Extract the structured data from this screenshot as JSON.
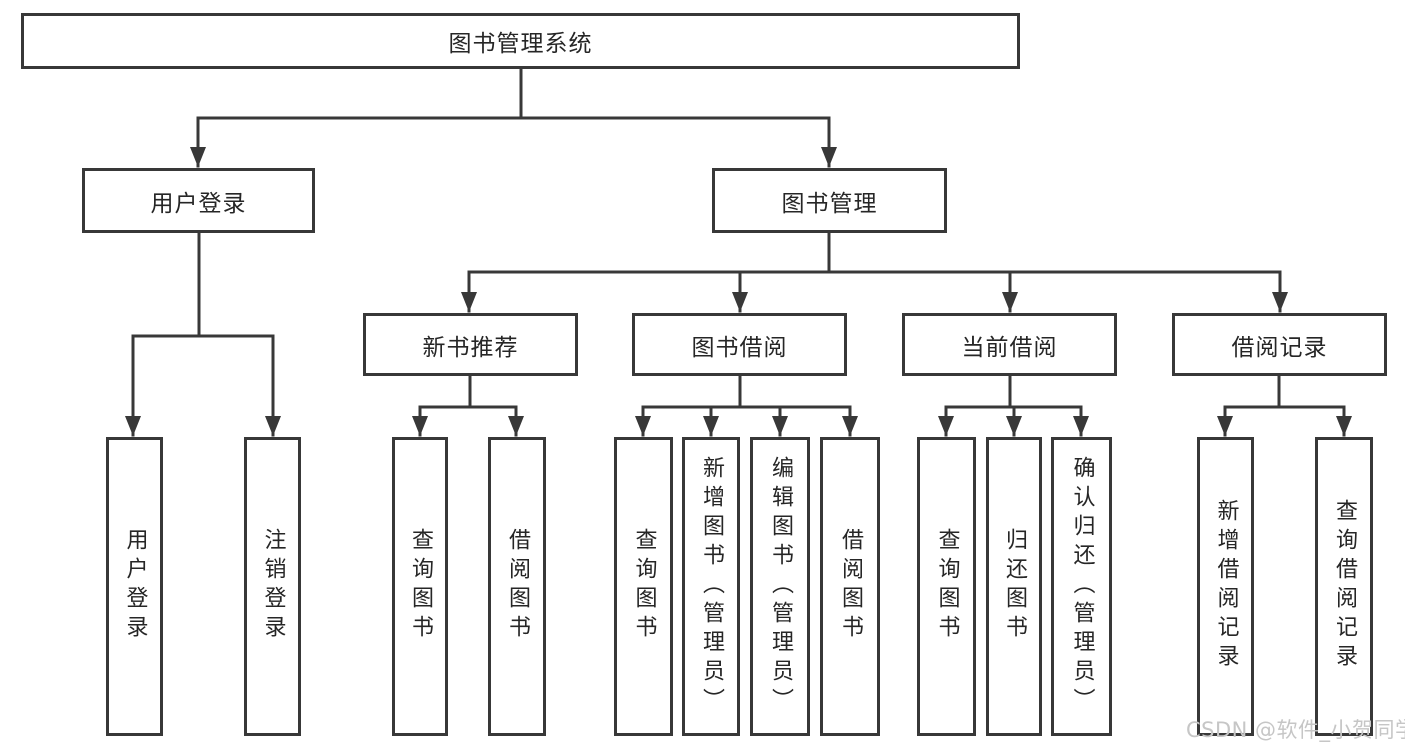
{
  "diagram": {
    "title_node": {
      "label": "图书管理系统"
    },
    "level2": [
      {
        "label": "用户登录"
      },
      {
        "label": "图书管理"
      }
    ],
    "level3": [
      {
        "label": "新书推荐"
      },
      {
        "label": "图书借阅"
      },
      {
        "label": "当前借阅"
      },
      {
        "label": "借阅记录"
      }
    ],
    "leaves": {
      "user_login": [
        {
          "label": "用户登录"
        },
        {
          "label": "注销登录"
        }
      ],
      "new_book": [
        {
          "label": "查询图书"
        },
        {
          "label": "借阅图书"
        }
      ],
      "book_borrow": [
        {
          "label": "查询图书"
        },
        {
          "label": "新增图书（管理员）"
        },
        {
          "label": "编辑图书（管理员）"
        },
        {
          "label": "借阅图书"
        }
      ],
      "current_borrow": [
        {
          "label": "查询图书"
        },
        {
          "label": "归还图书"
        },
        {
          "label": "确认归还（管理员）"
        }
      ],
      "borrow_record": [
        {
          "label": "新增借阅记录"
        },
        {
          "label": "查询借阅记录"
        }
      ]
    },
    "watermark": "CSDN @软件_小贺同学",
    "colors": {
      "line": "#3a3a3a",
      "text": "#262626",
      "watermark": "#c6c6c6",
      "background": "#ffffff"
    }
  }
}
